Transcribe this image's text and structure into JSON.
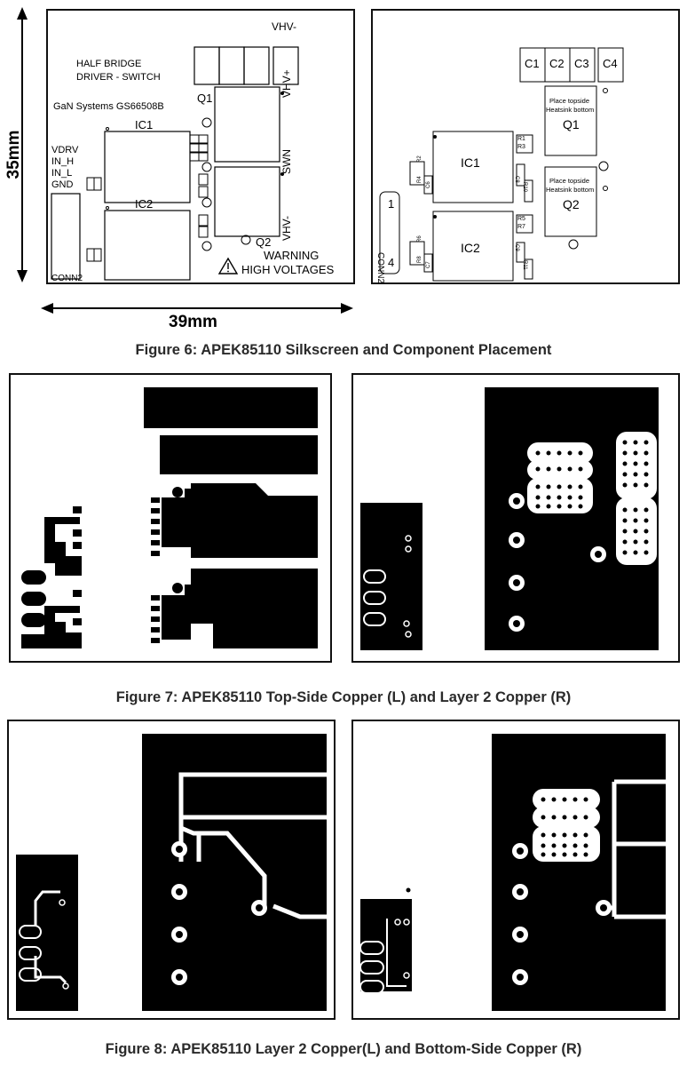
{
  "figure6": {
    "caption": "Figure 6: APEK85110 Silkscreen and Component Placement",
    "dim_height": "35mm",
    "dim_width": "39mm",
    "left_board": {
      "title_line1": "HALF BRIDGE",
      "title_line2": "DRIVER - SWITCH",
      "brand": "GaN Systems GS66508B",
      "ic1": "IC1",
      "ic2": "IC2",
      "q1": "Q1",
      "q2": "Q2",
      "vhv_minus_top": "VHV-",
      "vhv_plus": "VHV+",
      "swn": "SWN",
      "vhv_minus_side": "VHV-",
      "pins": [
        "VDRV",
        "IN_H",
        "IN_L",
        "GND"
      ],
      "conn": "CONN2",
      "warning": "WARNING",
      "high_voltages": "HIGH VOLTAGES"
    },
    "right_board": {
      "caps": [
        "C1",
        "C2",
        "C3",
        "C4"
      ],
      "place_note_1a": "Place topside",
      "place_note_1b": "Heatsink bottom",
      "q1": "Q1",
      "place_note_2a": "Place topside",
      "place_note_2b": "Heatsink bottom",
      "q2": "Q2",
      "ic1": "IC1",
      "ic2": "IC2",
      "conn": "CONN2",
      "pin_first": "1",
      "pin_last": "4",
      "res_right_top": [
        "R1",
        "R3"
      ],
      "res_right_mid": [
        "C8",
        "R10"
      ],
      "res_right_mid2": [
        "R5",
        "R7"
      ],
      "res_right_bot": [
        "C9",
        "R11"
      ],
      "res_left_top": [
        "R2",
        "R4"
      ],
      "res_left_top2": [
        "C6"
      ],
      "res_left_bot": [
        "R6",
        "R8"
      ],
      "res_left_bot2": [
        "C7"
      ]
    }
  },
  "figure7": {
    "caption": "Figure 7: APEK85110 Top-Side Copper (L) and Layer 2 Copper (R)"
  },
  "figure8": {
    "caption": "Figure 8: APEK85110 Layer 2 Copper(L) and Bottom-Side Copper (R)"
  }
}
